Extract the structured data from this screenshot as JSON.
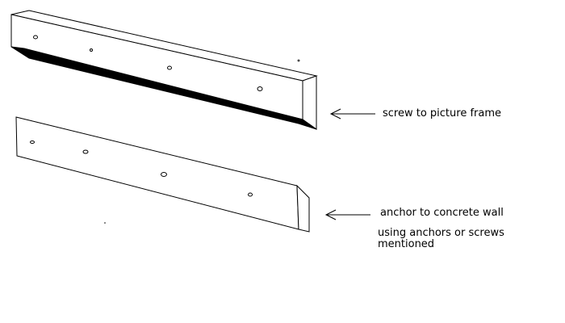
{
  "labels": {
    "top": "screw to picture frame",
    "bottom_line1": "anchor to concrete wall",
    "bottom_line2": "using anchors or screws",
    "bottom_line3": "mentioned"
  },
  "colors": {
    "stroke": "#000000",
    "fill": "#ffffff",
    "bevel_shadow": "#000000"
  }
}
